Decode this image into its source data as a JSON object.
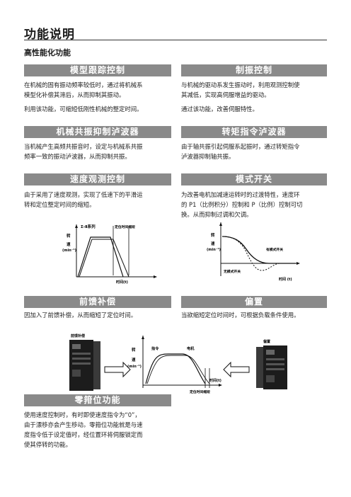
{
  "page_title": "功能说明",
  "subtitle": "高性能化功能",
  "sections": {
    "model_tracking": {
      "heading": "模型跟踪控制",
      "lines": [
        "在机械的固有振动频率较低时，通过将机械系",
        "模型化补偿其滞后，从而抑制其振动。"
      ],
      "note": "利用该功能，可缩短低刚性机械的整定时间。"
    },
    "vibration_control": {
      "heading": "制振控制",
      "lines": [
        "与机械的驱动系发生振动时，利用观测控制使",
        "其减低，实现高伺服增益的驱动。"
      ],
      "note": "通过该功能，改善伺服特性。"
    },
    "resonance_filter": {
      "heading": "机械共振抑制泸波器",
      "lines": [
        "当机械产生高频共振音时，设定与机械系共振",
        "频率一致的振动泸波器，从而抑制共振。"
      ]
    },
    "torque_filter": {
      "heading": "转矩指令泸波器",
      "lines": [
        "由于轴共振引起伺服系起振时，通过转矩指令",
        "泸波器抑制轴共振。"
      ]
    },
    "speed_observer": {
      "heading": "速度观测控制",
      "lines": [
        "由于采用了速度观测，实现了低速下的平滑运",
        "转和定位整定时间的缩短。"
      ]
    },
    "mode_switch": {
      "heading": "模式开关",
      "lines": [
        "为改善电机加减速运转时的过渡特性，速度环",
        "的 P1（比例积分）控制和 P（比例）控制可切",
        "换。从而抑制过调和欠调。"
      ]
    },
    "feedforward": {
      "heading": "前馈补偿",
      "line": "因加入了前馈补偿，从而缩短了定位时间。"
    },
    "bias": {
      "heading": "偏置",
      "line": "当欲缩短定位时间时，可根据负载条件使用。"
    },
    "zero_clamp": {
      "heading": "零箝位功能",
      "lines": [
        "使用速度控制时，有时即使速度指令为“0”，",
        "由于漂移亦会产生移动。零箝位功能就是与速",
        "度指令低于设定值时，经位置环将伺服锁定而",
        "使其停转的功能。"
      ]
    }
  },
  "figures": {
    "speed_chart": {
      "series_label": "Σ-Ⅱ系列",
      "settle_label": "定位时间缩短",
      "y_label_1": "转",
      "y_label_2": "速",
      "y_unit": "(min⁻¹)",
      "x_label": "时间(t)"
    },
    "mode_chart": {
      "y_label_1": "转",
      "y_label_2": "速",
      "y_unit": "(min⁻¹)",
      "with_label": "有模式开关",
      "without_label": "无模式开关",
      "x_label": "时间 (t)"
    },
    "ff_chart": {
      "left_device_label": "前馈补偿",
      "right_device_label": "偏置",
      "cmd_label": "指令",
      "motor_label": "电机",
      "y_label_1": "转",
      "y_label_2": "速",
      "y_unit": "(min⁻¹)",
      "x_label": "时间(t)",
      "settle_label": "定位时间缩短"
    }
  },
  "colors": {
    "bar": "#8a8a8a",
    "text": "#222222"
  }
}
